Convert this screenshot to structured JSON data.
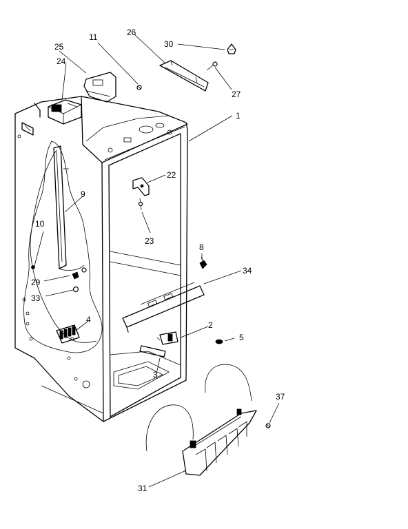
{
  "diagram": {
    "labels": {
      "p1": "1",
      "p2": "2",
      "p3": "3",
      "p4": "4",
      "p5": "5",
      "p8": "8",
      "p9": "9",
      "p10": "10",
      "p11": "11",
      "p22": "22",
      "p23": "23",
      "p24": "24",
      "p25": "25",
      "p26": "26",
      "p27": "27",
      "p29": "29",
      "p30": "30",
      "p31": "31",
      "p33": "33",
      "p34": "34",
      "p37": "37"
    }
  }
}
